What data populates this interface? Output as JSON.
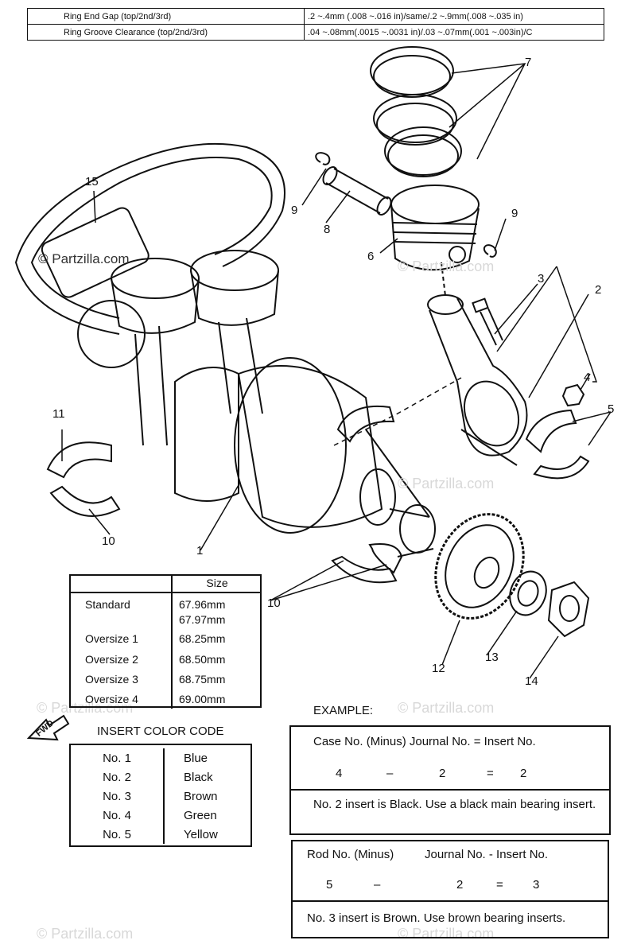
{
  "spec_table": {
    "rows": [
      {
        "label": "Ring End Gap (top/2nd/3rd)",
        "value": ".2 ~.4mm (.008 ~.016 in)/same/.2 ~.9mm(.008 ~.035 in)"
      },
      {
        "label": "Ring Groove Clearance (top/2nd/3rd)",
        "value": ".04 ~.08mm(.0015 ~.0031 in)/.03 ~.07mm(.001 ~.003in)/C"
      }
    ]
  },
  "callouts": [
    "1",
    "2",
    "3",
    "4",
    "5",
    "6",
    "7",
    "8",
    "9",
    "9",
    "10",
    "10",
    "11",
    "12",
    "13",
    "14",
    "15"
  ],
  "size_table": {
    "header": "Size",
    "rows": [
      {
        "label": "Standard",
        "value": "67.96mm"
      },
      {
        "label": "",
        "value": "67.97mm"
      },
      {
        "label": "Oversize 1",
        "value": "68.25mm"
      },
      {
        "label": "Oversize 2",
        "value": "68.50mm"
      },
      {
        "label": "Oversize 3",
        "value": "68.75mm"
      },
      {
        "label": "Oversize 4",
        "value": "69.00mm"
      }
    ]
  },
  "fwd_label": "FWD",
  "insert_color": {
    "title": "INSERT COLOR CODE",
    "rows": [
      {
        "no": "No. 1",
        "color": "Blue"
      },
      {
        "no": "No. 2",
        "color": "Black"
      },
      {
        "no": "No. 3",
        "color": "Brown"
      },
      {
        "no": "No. 4",
        "color": "Green"
      },
      {
        "no": "No. 5",
        "color": "Yellow"
      }
    ]
  },
  "example": {
    "heading": "EXAMPLE:",
    "box1": {
      "formula": "Case No. (Minus) Journal No. = Insert No.",
      "a": "4",
      "op": "–",
      "b": "2",
      "eq": "=",
      "c": "2",
      "note": "No. 2 insert is Black.  Use a black main bearing insert."
    },
    "box2": {
      "formula_left": "Rod No. (Minus)",
      "formula_right": "Journal No. - Insert No.",
      "a": "5",
      "op": "–",
      "b": "2",
      "eq": "=",
      "c": "3",
      "note": "No. 3 insert is Brown.  Use brown bearing inserts."
    }
  },
  "watermark": "© Partzilla.com",
  "watermark_logo": "© Partzilla.com"
}
